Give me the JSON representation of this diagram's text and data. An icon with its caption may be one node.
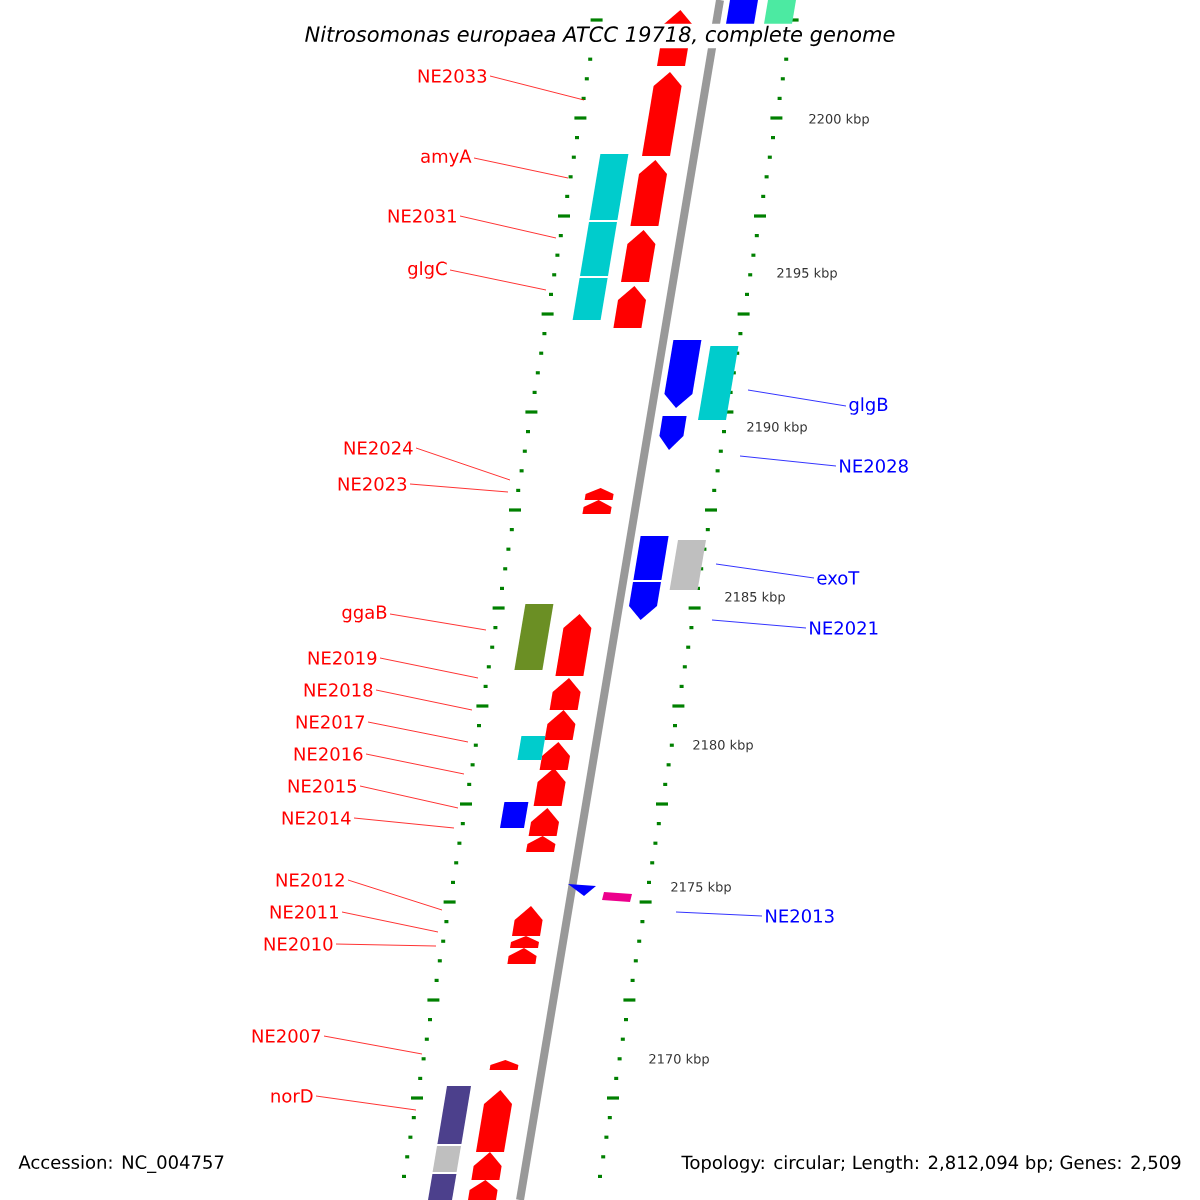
{
  "diagram": {
    "title": "Nitrosomonas europaea ATCC 19718, complete genome",
    "nodes": [
      {
        "text": [
          "NE2033"
        ]
      },
      {
        "text": [
          "amyA"
        ]
      },
      {
        "text": [
          "NE2031"
        ]
      },
      {
        "text": [
          "glgC"
        ]
      },
      {
        "text": [
          "glgB"
        ]
      },
      {
        "text": [
          "NE2028"
        ]
      },
      {
        "text": [
          "NE2024"
        ]
      },
      {
        "text": [
          "NE2023"
        ]
      },
      {
        "text": [
          "exoT"
        ]
      },
      {
        "text": [
          "ggaB"
        ]
      },
      {
        "text": [
          "NE2021"
        ]
      },
      {
        "text": [
          "NE2019"
        ]
      },
      {
        "text": [
          "NE2018"
        ]
      },
      {
        "text": [
          "NE2017"
        ]
      },
      {
        "text": [
          "NE2016"
        ]
      },
      {
        "text": [
          "NE2015"
        ]
      },
      {
        "text": [
          "NE2014"
        ]
      },
      {
        "text": [
          "NE2012"
        ]
      },
      {
        "text": [
          "NE2013"
        ]
      },
      {
        "text": [
          "NE2011"
        ]
      },
      {
        "text": [
          "NE2010"
        ]
      },
      {
        "text": [
          "NE2007"
        ]
      },
      {
        "text": [
          "norD"
        ]
      }
    ],
    "edges": [
      {
        "from": 0,
        "to": null,
        "arrow": "none"
      },
      {
        "from": 1,
        "to": null,
        "arrow": "none"
      },
      {
        "from": 2,
        "to": null,
        "arrow": "none"
      },
      {
        "from": 3,
        "to": null,
        "arrow": "none"
      },
      {
        "from": 4,
        "to": null,
        "arrow": "none",
        "color": "#0000ff"
      },
      {
        "from": 5,
        "to": null,
        "arrow": "none",
        "color": "#0000ff"
      },
      {
        "from": 6,
        "to": null,
        "arrow": "none"
      },
      {
        "from": 7,
        "to": null,
        "arrow": "none"
      },
      {
        "from": 8,
        "to": null,
        "arrow": "none",
        "color": "#0000ff"
      },
      {
        "from": 9,
        "to": null,
        "arrow": "none"
      },
      {
        "from": 10,
        "to": null,
        "arrow": "none",
        "color": "#0000ff"
      },
      {
        "from": 11,
        "to": null,
        "arrow": "none"
      },
      {
        "from": 12,
        "to": null,
        "arrow": "none"
      },
      {
        "from": 13,
        "to": null,
        "arrow": "none"
      },
      {
        "from": 14,
        "to": null,
        "arrow": "none"
      },
      {
        "from": 15,
        "to": null,
        "arrow": "none"
      },
      {
        "from": 16,
        "to": null,
        "arrow": "none"
      },
      {
        "from": 17,
        "to": null,
        "arrow": "none"
      },
      {
        "from": 18,
        "to": null,
        "arrow": "none",
        "color": "#0000ff"
      },
      {
        "from": 19,
        "to": null,
        "arrow": "none"
      },
      {
        "from": 20,
        "to": null,
        "arrow": "none"
      },
      {
        "from": 21,
        "to": null,
        "arrow": "none"
      },
      {
        "from": 22,
        "to": null,
        "arrow": "none"
      }
    ],
    "labels": [
      "2200 kbp",
      "2195 kbp",
      "2190 kbp",
      "2185 kbp",
      "2180 kbp",
      "2175 kbp",
      "2170 kbp",
      "Accession: NC_004757",
      "Topology: circular; Length: 2,812,094 bp; Genes: 2,509"
    ]
  }
}
